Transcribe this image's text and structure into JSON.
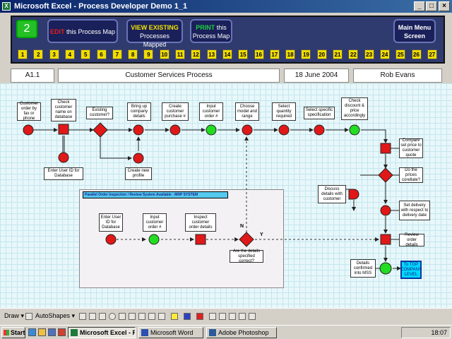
{
  "window": {
    "title": "Microsoft Excel - Process Developer Demo 1_1",
    "app_icon": "excel-icon"
  },
  "menu": {
    "map_number": "2",
    "edit": {
      "hl": "EDIT",
      "rest": " this Process Map"
    },
    "view": {
      "hl": "VIEW EXISTING",
      "rest": "Processes Mapped"
    },
    "print": {
      "hl": "PRINT",
      "line1": " this",
      "line2": "Process Map"
    },
    "main_menu": {
      "line1": "Main Menu",
      "line2": "Screen"
    },
    "numbers": [
      "1",
      "2",
      "3",
      "4",
      "5",
      "6",
      "7",
      "8",
      "9",
      "10",
      "11",
      "12",
      "13",
      "14",
      "15",
      "16",
      "17",
      "18",
      "19",
      "20",
      "21",
      "22",
      "23",
      "24",
      "25",
      "26",
      "27"
    ]
  },
  "info": {
    "ref": "A1.1",
    "process": "Customer Services Process",
    "date": "18 June 2004",
    "author": "Rob Evans"
  },
  "flow": {
    "labels": {
      "l1": "Customer order by fax or phone",
      "l2": "Check customer name on database",
      "l3": "Existing customer?",
      "l4": "Bring up company details",
      "l5": "Create customer purchase #",
      "l6": "Input customer order #",
      "l7": "Choose model and range",
      "l8": "Select quantity required",
      "l9": "Select specific specification",
      "l10": "Check discount & price accordingly",
      "l11": "Enter User ID for Database",
      "l12": "Create new profile",
      "l13": "Compare set price to customer quote",
      "l14": "Do the prices corellate?",
      "l15": "Discuss details with customer",
      "l16": "Set delivery with respect to delivery date",
      "l17": "Review order details",
      "l18": "Details confirmed into MSS",
      "l19": "To TGP COMPANY LEVEL"
    },
    "panel": {
      "title": "Parallel Order Inspection / Review System Available - MRP SYSTEM",
      "p1": "Enter User ID for Database",
      "p2": "Input customer order #",
      "p3": "Inspect customer order details",
      "p4": "Are the details specified correct?",
      "n": "N",
      "y": "Y"
    },
    "colors": {
      "red": "#e01818",
      "green": "#22dd22",
      "line": "#222222"
    }
  },
  "drawbar": {
    "draw": "Draw",
    "autoshapes": "AutoShapes"
  },
  "taskbar": {
    "start": "Start",
    "excel": "Microsoft Excel - Proc...",
    "word": "Microsoft Word",
    "photoshop": "Adobe Photoshop",
    "clock": "18:07"
  }
}
